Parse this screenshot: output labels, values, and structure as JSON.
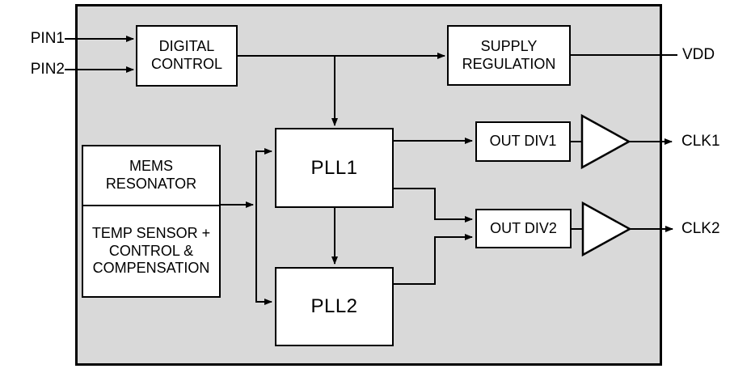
{
  "colors": {
    "chip_fill": "#d9d9d9",
    "block_fill": "#ffffff",
    "line": "#000000",
    "page_background": "#ffffff"
  },
  "pins": {
    "pin1": "PIN1",
    "pin2": "PIN2",
    "vdd": "VDD",
    "clk1": "CLK1",
    "clk2": "CLK2"
  },
  "blocks": {
    "digital_control": "DIGITAL\nCONTROL",
    "supply_regulation": "SUPPLY\nREGULATION",
    "mems_resonator": "MEMS\nRESONATOR",
    "temp_sensor": "TEMP SENSOR +\nCONTROL &\nCOMPENSATION",
    "pll1": "PLL1",
    "pll2": "PLL2",
    "out_div1": "OUT DIV1",
    "out_div2": "OUT DIV2"
  }
}
